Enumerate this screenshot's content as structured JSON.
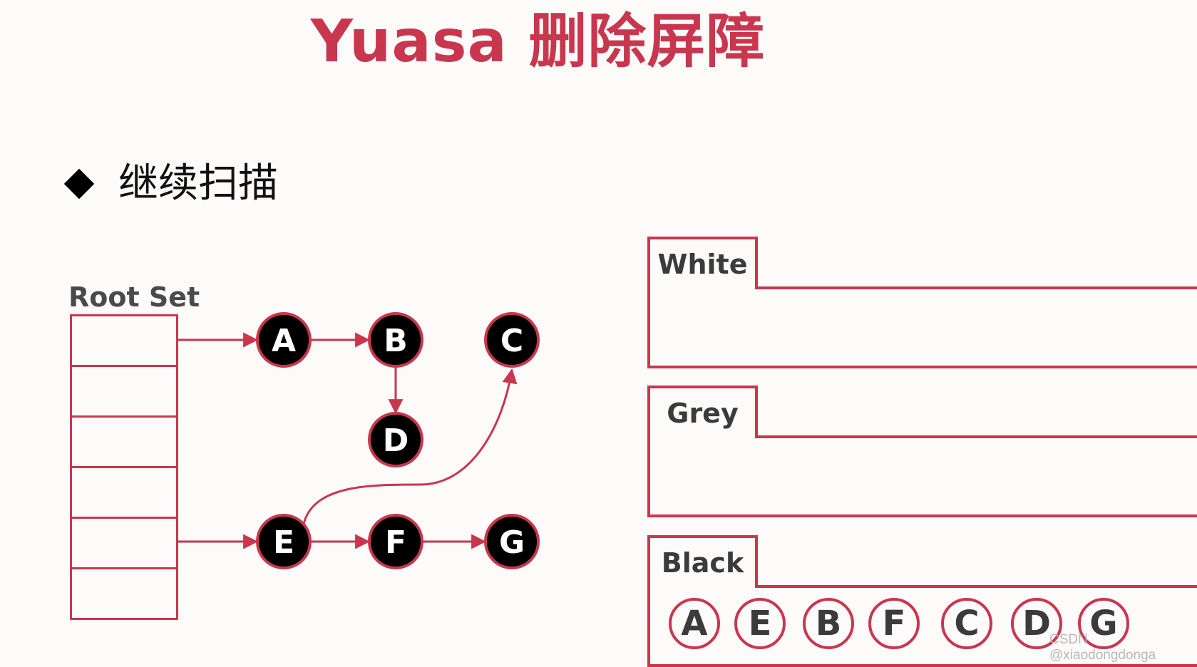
{
  "title": "Yuasa 删除屏障",
  "bullet_text": "继续扫描",
  "root_set": {
    "label": "Root Set",
    "cell_count": 6
  },
  "graph": {
    "nodes": [
      "A",
      "B",
      "C",
      "D",
      "E",
      "F",
      "G"
    ],
    "edges": [
      {
        "from": "root-1",
        "to": "A"
      },
      {
        "from": "A",
        "to": "B"
      },
      {
        "from": "B",
        "to": "D"
      },
      {
        "from": "root-5",
        "to": "E"
      },
      {
        "from": "E",
        "to": "F"
      },
      {
        "from": "F",
        "to": "G"
      },
      {
        "from": "E",
        "to": "C"
      }
    ]
  },
  "panels": {
    "white": {
      "label": "White",
      "items": []
    },
    "grey": {
      "label": "Grey",
      "items": []
    },
    "black": {
      "label": "Black",
      "items": [
        "A",
        "E",
        "B",
        "F",
        "C",
        "D",
        "G"
      ]
    }
  },
  "colors": {
    "accent": "#c8374e",
    "node_fill": "#000000",
    "background": "#fdfbfa"
  },
  "watermark": "CSDN @xiaodongdonga"
}
